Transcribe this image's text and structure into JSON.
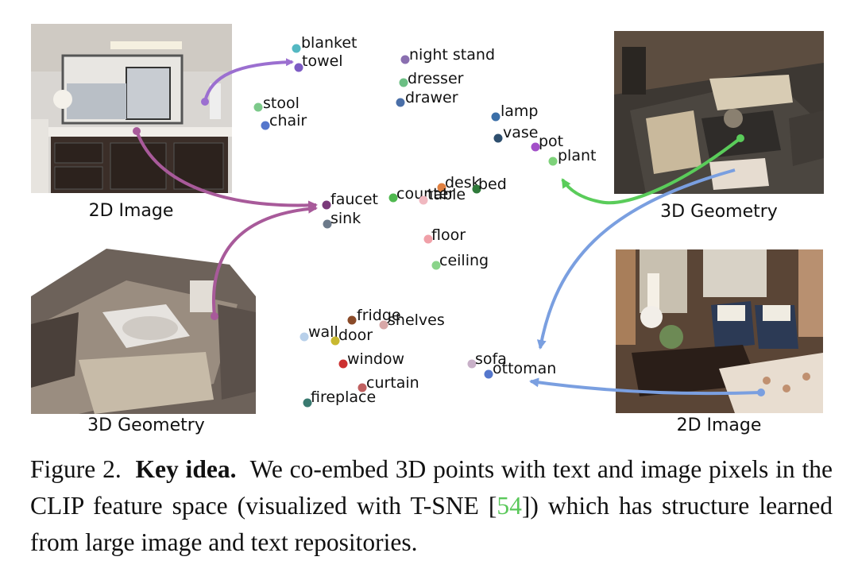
{
  "images": {
    "top_left_caption": "2D Image",
    "bottom_left_caption": "3D Geometry",
    "top_right_caption": "3D Geometry",
    "bottom_right_caption": "2D Image"
  },
  "points": [
    {
      "label": "blanket",
      "color": "#54b8c2"
    },
    {
      "label": "towel",
      "color": "#7d5cc4"
    },
    {
      "label": "stool",
      "color": "#7cc98a"
    },
    {
      "label": "chair",
      "color": "#5577cc"
    },
    {
      "label": "night stand",
      "color": "#8a6fb0"
    },
    {
      "label": "dresser",
      "color": "#6cbf84"
    },
    {
      "label": "drawer",
      "color": "#4a6fa8"
    },
    {
      "label": "lamp",
      "color": "#3b6fa8"
    },
    {
      "label": "vase",
      "color": "#2e4f6e"
    },
    {
      "label": "pot",
      "color": "#a24fc8"
    },
    {
      "label": "plant",
      "color": "#7ed27a"
    },
    {
      "label": "desk",
      "color": "#e08040"
    },
    {
      "label": "bed",
      "color": "#2f7a3a"
    },
    {
      "label": "counter",
      "color": "#4fb84f"
    },
    {
      "label": "table",
      "color": "#f0b8c0"
    },
    {
      "label": "faucet",
      "color": "#7a3a7a"
    },
    {
      "label": "sink",
      "color": "#6c7a8a"
    },
    {
      "label": "floor",
      "color": "#f0a0a8"
    },
    {
      "label": "ceiling",
      "color": "#8ad48a"
    },
    {
      "label": "fridge",
      "color": "#8a4a28"
    },
    {
      "label": "shelves",
      "color": "#d8a8a8"
    },
    {
      "label": "wall",
      "color": "#b8d0ea"
    },
    {
      "label": "door",
      "color": "#c8b830"
    },
    {
      "label": "window",
      "color": "#cc3030"
    },
    {
      "label": "curtain",
      "color": "#c06060"
    },
    {
      "label": "fireplace",
      "color": "#3a7a70"
    },
    {
      "label": "sofa",
      "color": "#c8b0c8"
    },
    {
      "label": "ottoman",
      "color": "#5577cc"
    }
  ],
  "arrows": {
    "purple": "#9b6fd0",
    "magenta": "#a85a9a",
    "green": "#5acc5a",
    "blue": "#7a9fe0"
  },
  "caption": {
    "figure_number": "Figure 2.",
    "bold_title": "Key idea.",
    "text_before_cite": "We co-embed 3D points with text and image pixels in the CLIP feature space (visualized with T-SNE [",
    "cite_number": "54",
    "text_after_cite": "]) which has structure learned from large image and text repositories."
  }
}
